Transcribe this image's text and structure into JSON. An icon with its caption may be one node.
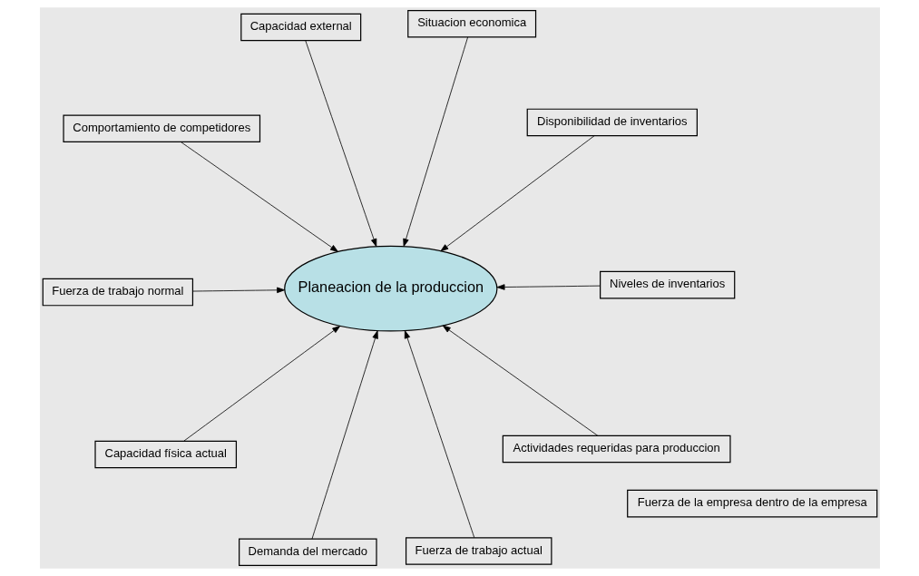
{
  "diagram": {
    "nodes": [
      {
        "text": [
          "Comportamiento de competidores"
        ]
      },
      {
        "text": [
          "Disponibilidad de inventarios"
        ]
      },
      {
        "text": [
          "Demanda del mercado"
        ]
      },
      {
        "text": [
          "Capacidad external"
        ]
      },
      {
        "text": [
          "Situacion economica"
        ]
      },
      {
        "text": [
          "Planeacion de la produccion"
        ]
      },
      {
        "text": [
          "Capacidad física actual"
        ]
      },
      {
        "text": [
          "Niveles de inventarios"
        ]
      },
      {
        "text": [
          "Fuerza de trabajo normal"
        ]
      },
      {
        "text": [
          "Actividades requeridas para produccion"
        ]
      },
      {
        "text": [
          "Fuerza de trabajo actual"
        ]
      },
      {
        "text": [
          "Fuerza de la empresa dentro de la empresa"
        ]
      }
    ],
    "edges": [
      {
        "from": 0,
        "to": 5,
        "arrow": "to"
      },
      {
        "from": 1,
        "to": 5,
        "arrow": "to"
      },
      {
        "from": 2,
        "to": 5,
        "arrow": "to"
      },
      {
        "from": 3,
        "to": 5,
        "arrow": "to"
      },
      {
        "from": 4,
        "to": 5,
        "arrow": "to"
      },
      {
        "from": 6,
        "to": 5,
        "arrow": "to"
      },
      {
        "from": 7,
        "to": 5,
        "arrow": "to"
      },
      {
        "from": 8,
        "to": 5,
        "arrow": "to"
      },
      {
        "from": 9,
        "to": 5,
        "arrow": "to"
      },
      {
        "from": 10,
        "to": 5,
        "arrow": "to"
      }
    ]
  }
}
